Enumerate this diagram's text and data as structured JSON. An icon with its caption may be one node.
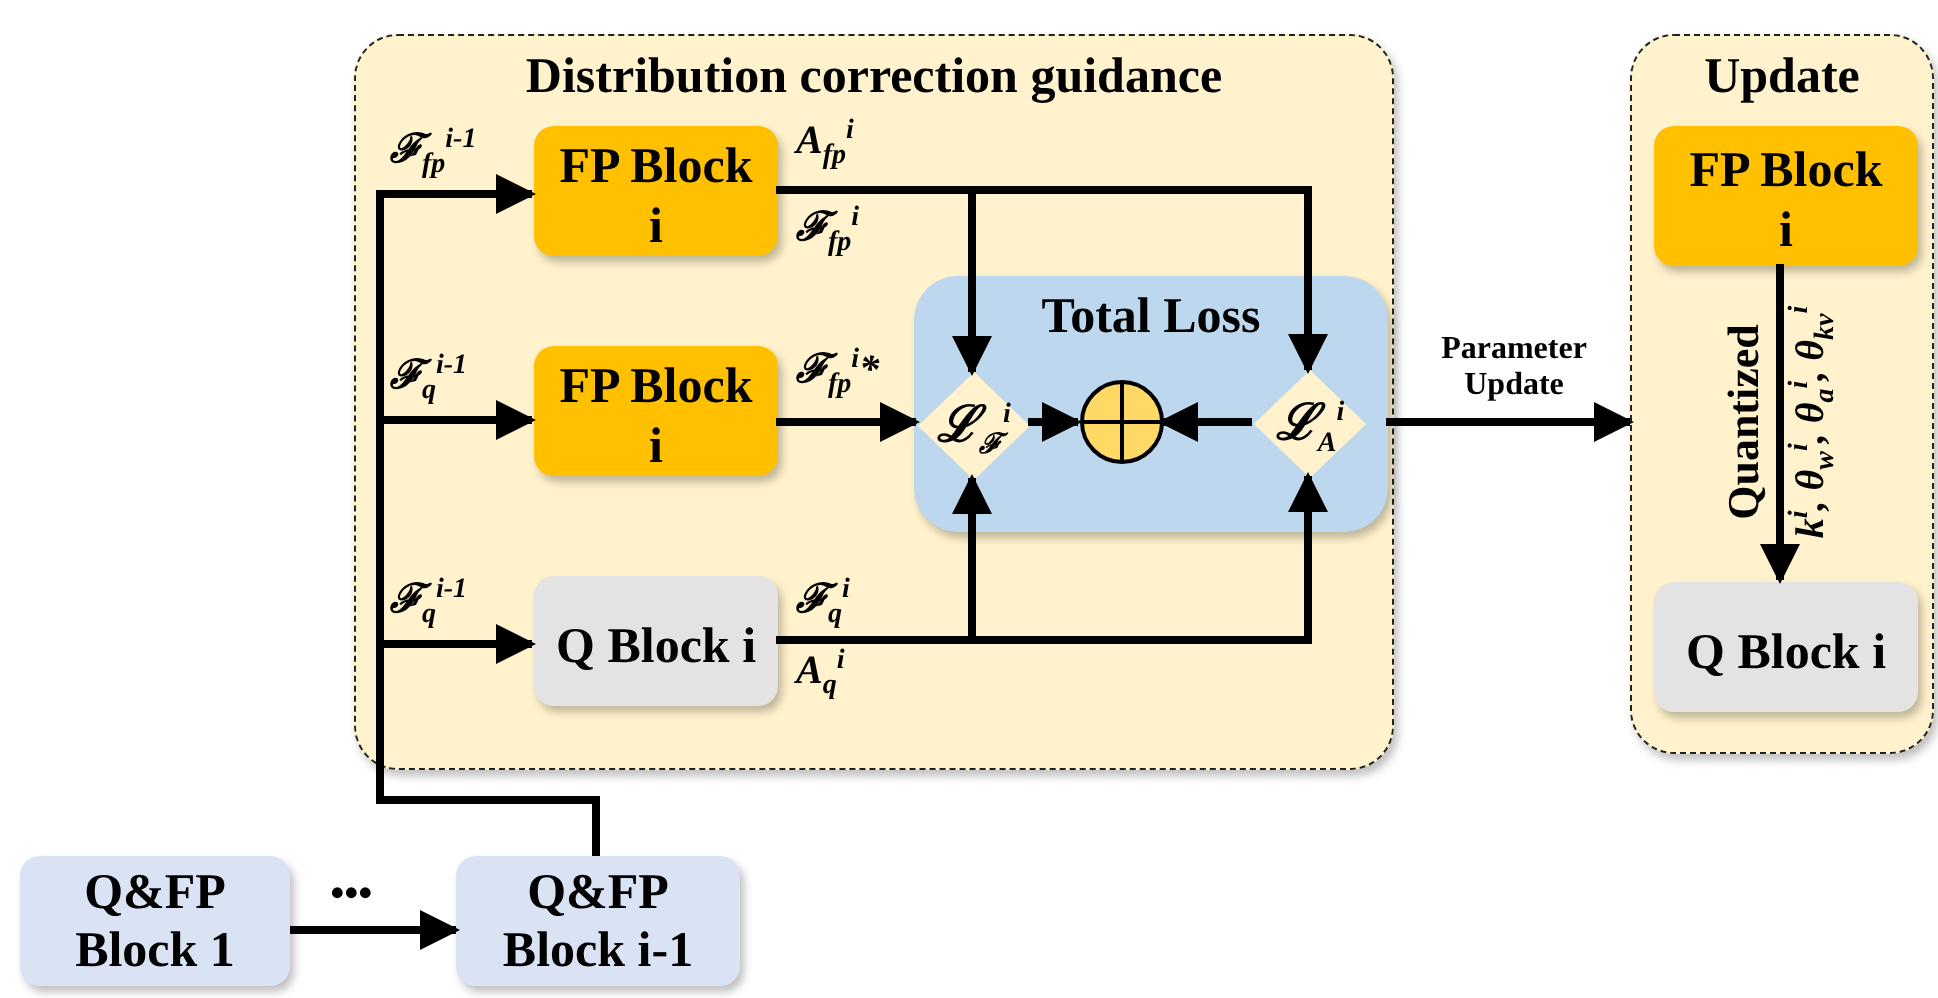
{
  "diagram": {
    "nodes": [
      {
        "text": [
          "Distribution correction guidance"
        ]
      },
      {
        "text": [
          "FP Block i"
        ],
        "in": 0
      },
      {
        "text": [
          "FP Block i"
        ],
        "in": 0
      },
      {
        "text": [
          "Q Block i"
        ],
        "in": 0
      },
      {
        "text": [
          "Total Loss"
        ],
        "in": 0
      },
      {
        "text": [
          "ℒ$_{ℱ}$$^{i}$"
        ],
        "in": 4
      },
      {
        "text": [],
        "shape": "circle",
        "in": 4
      },
      {
        "text": [
          "ℒ$_{A}$$^{i}$"
        ],
        "in": 4
      },
      {
        "text": [
          "Update"
        ]
      },
      {
        "text": [
          "FP Block i"
        ],
        "in": 8
      },
      {
        "text": [
          "Q Block i"
        ],
        "in": 8
      },
      {
        "text": [
          "Q&FP Block 1"
        ]
      },
      {
        "text": [
          "Q&FP Block i-1"
        ]
      }
    ],
    "edges": [
      {
        "from": 12,
        "to": 1,
        "arrow": "to",
        "label": "ℱ$_{fp}$$^{i-1}$"
      },
      {
        "from": 12,
        "to": 2,
        "arrow": "to",
        "label": "ℱ$_{q}$$^{i-1}$"
      },
      {
        "from": 12,
        "to": 3,
        "arrow": "to",
        "label": "ℱ$_{q}$$^{i-1}$"
      },
      {
        "from": 1,
        "to": 7,
        "arrow": "to",
        "label": "A$_{fp}$$^{i}$"
      },
      {
        "from": 1,
        "to": 5,
        "arrow": "to",
        "label": "ℱ$_{fp}$$^{i}$"
      },
      {
        "from": 2,
        "to": 5,
        "arrow": "to",
        "label": "ℱ$_{fp}$$^{i}$*"
      },
      {
        "from": 3,
        "to": 5,
        "arrow": "to",
        "label": "ℱ$_{q}$$^{i}$"
      },
      {
        "from": 3,
        "to": 7,
        "arrow": "to",
        "label": "A$_{q}$$^{i}$"
      },
      {
        "from": 5,
        "to": 6,
        "arrow": "to"
      },
      {
        "from": 7,
        "to": 6,
        "arrow": "to"
      },
      {
        "from": 4,
        "to": 8,
        "arrow": "to",
        "label": "Parameter Update"
      },
      {
        "from": 9,
        "to": 10,
        "arrow": "to",
        "label": "Quantized"
      },
      {
        "from": 11,
        "to": 12,
        "arrow": "to",
        "label": "•••"
      }
    ],
    "labels": [
      "k$^{i}$, θ$_{w}$$^{i}$, θ$_{a}$$^{i}$, θ$_{kv}$$^{i}$"
    ]
  }
}
